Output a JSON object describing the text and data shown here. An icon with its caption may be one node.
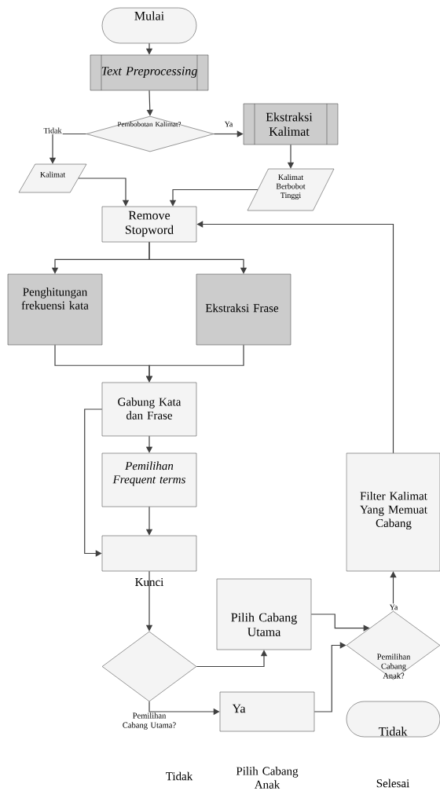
{
  "diagram": {
    "nodes": [
      {
        "text": [
          "Mulai"
        ]
      },
      {
        "text": [
          "Text Preprocessing"
        ]
      },
      {
        "text": [
          "Pembobotan Kalimat?"
        ]
      },
      {
        "text": [
          "Ekstraksi Kalimat"
        ]
      },
      {
        "text": [
          "Kalimat"
        ]
      },
      {
        "text": [
          "Kalimat Berbobot Tinggi"
        ]
      },
      {
        "text": [
          "Remove Stopword"
        ]
      },
      {
        "text": [
          "Penghitungan frekuensi kata"
        ]
      },
      {
        "text": [
          "Ekstraksi Frase"
        ]
      },
      {
        "text": [
          "Gabung Kata dan Frase"
        ]
      },
      {
        "text": [
          "Pemilihan Frequent terms"
        ]
      },
      {
        "text": [
          "Kunci"
        ]
      },
      {
        "text": [
          "Pemilihan Cabang Utama?"
        ]
      },
      {
        "text": [
          "Pilih Cabang Utama"
        ]
      },
      {
        "text": [
          "Ya"
        ]
      },
      {
        "text": [
          "Pemilihan Cabang Anak?"
        ]
      },
      {
        "text": [
          "Filter Kalimat Yang Memuat Cabang"
        ]
      },
      {
        "text": [
          "Tidak"
        ]
      }
    ],
    "edges": [
      {
        "from": 0,
        "to": 1,
        "arrow": "to"
      },
      {
        "from": 1,
        "to": 2,
        "arrow": "to"
      },
      {
        "from": 2,
        "to": 4,
        "arrow": "to",
        "label": "Tidak"
      },
      {
        "from": 2,
        "to": 3,
        "arrow": "to",
        "label": "Ya"
      },
      {
        "from": 3,
        "to": 5,
        "arrow": "to"
      },
      {
        "from": 4,
        "to": 6,
        "arrow": "to"
      },
      {
        "from": 5,
        "to": 6,
        "arrow": "to"
      },
      {
        "from": 16,
        "to": 6,
        "arrow": "to"
      },
      {
        "from": 6,
        "to": 7,
        "arrow": "to"
      },
      {
        "from": 6,
        "to": 8,
        "arrow": "to"
      },
      {
        "from": 7,
        "to": 9,
        "arrow": "to"
      },
      {
        "from": 8,
        "to": 9,
        "arrow": "to"
      },
      {
        "from": 9,
        "to": 10,
        "arrow": "to"
      },
      {
        "from": 9,
        "to": 11,
        "arrow": "to"
      },
      {
        "from": 10,
        "to": 11,
        "arrow": "to"
      },
      {
        "from": 11,
        "to": 12,
        "arrow": "to"
      },
      {
        "from": 12,
        "to": 13,
        "arrow": "to"
      },
      {
        "from": 12,
        "to": 14,
        "arrow": "to"
      },
      {
        "from": 13,
        "to": 15,
        "arrow": "to"
      },
      {
        "from": 14,
        "to": 15,
        "arrow": "to"
      },
      {
        "from": 15,
        "to": 16,
        "arrow": "to",
        "label": "Ya"
      }
    ],
    "labels": [
      "Tidak",
      "Pilih Cabang Anak",
      "Selesai"
    ]
  }
}
